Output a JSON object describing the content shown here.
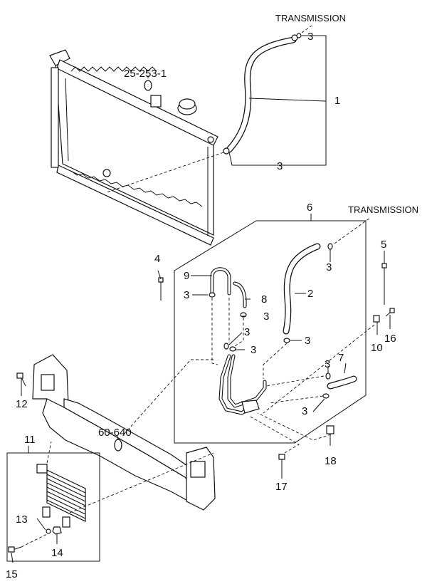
{
  "labels": {
    "transmission_top": "TRANSMISSION",
    "transmission_mid": "TRANSMISSION",
    "ref_radiator": "25-253-1",
    "ref_member": "60-640",
    "p1": "1",
    "p2": "2",
    "p3_top": "3",
    "p3_radiator": "3",
    "p3_a": "3",
    "p3_b": "3",
    "p3_c": "3",
    "p3_d": "3",
    "p3_e": "3",
    "p3_f": "3",
    "p3_g": "3",
    "p3_h": "3",
    "p4": "4",
    "p5": "5",
    "p6": "6",
    "p7": "7",
    "p8": "8",
    "p9": "9",
    "p10": "10",
    "p11": "11",
    "p12": "12",
    "p13": "13",
    "p14": "14",
    "p15": "15",
    "p16": "16",
    "p17": "17",
    "p18": "18"
  }
}
